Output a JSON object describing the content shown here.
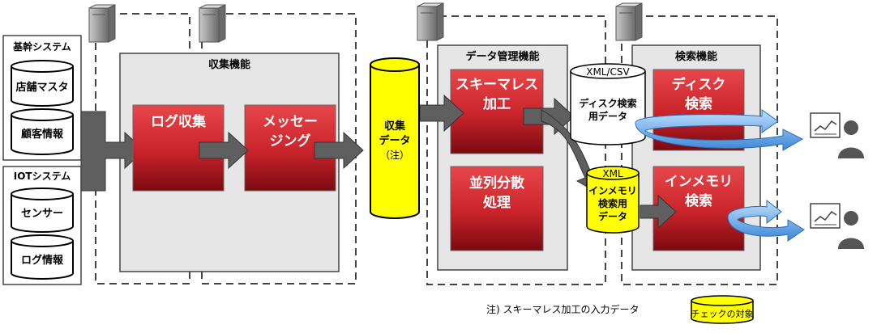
{
  "sources": {
    "core": {
      "title": "基幹システム",
      "items": [
        "店舗マスタ",
        "顧客情報"
      ]
    },
    "iot": {
      "title": "IOTシステム",
      "items": [
        "センサー",
        "ログ情報"
      ]
    }
  },
  "collection": {
    "title": "収集機能",
    "log_collect": "ログ収集",
    "messaging": [
      "メッセー",
      "ジング"
    ]
  },
  "collected_data": [
    "収集",
    "データ",
    "（注）"
  ],
  "data_management": {
    "title": "データ管理機能",
    "schemaless": [
      "スキーマレス",
      "加工"
    ],
    "parallel": [
      "並列分散",
      "処理"
    ]
  },
  "disk_db": {
    "format": "XML/CSV",
    "label": [
      "ディスク検索",
      "用データ"
    ]
  },
  "inmemory_db": {
    "format": "XML",
    "label": [
      "インメモリ",
      "検索用",
      "データ"
    ]
  },
  "search": {
    "title": "検索機能",
    "disk": [
      "ディスク",
      "検索"
    ],
    "inmemory": [
      "インメモリ",
      "検索"
    ]
  },
  "footnote": "注) スキーマレス加工の入力データ",
  "legend": "チェックの対象",
  "colors": {
    "red_top": "#e03a3a",
    "red_bottom": "#8a0a0a",
    "panel_gray": "#e6e6e6",
    "yellow": "#ffff00",
    "arrow_gray": "#5f5f5f",
    "blue_arrow": "#5aa0e6"
  }
}
